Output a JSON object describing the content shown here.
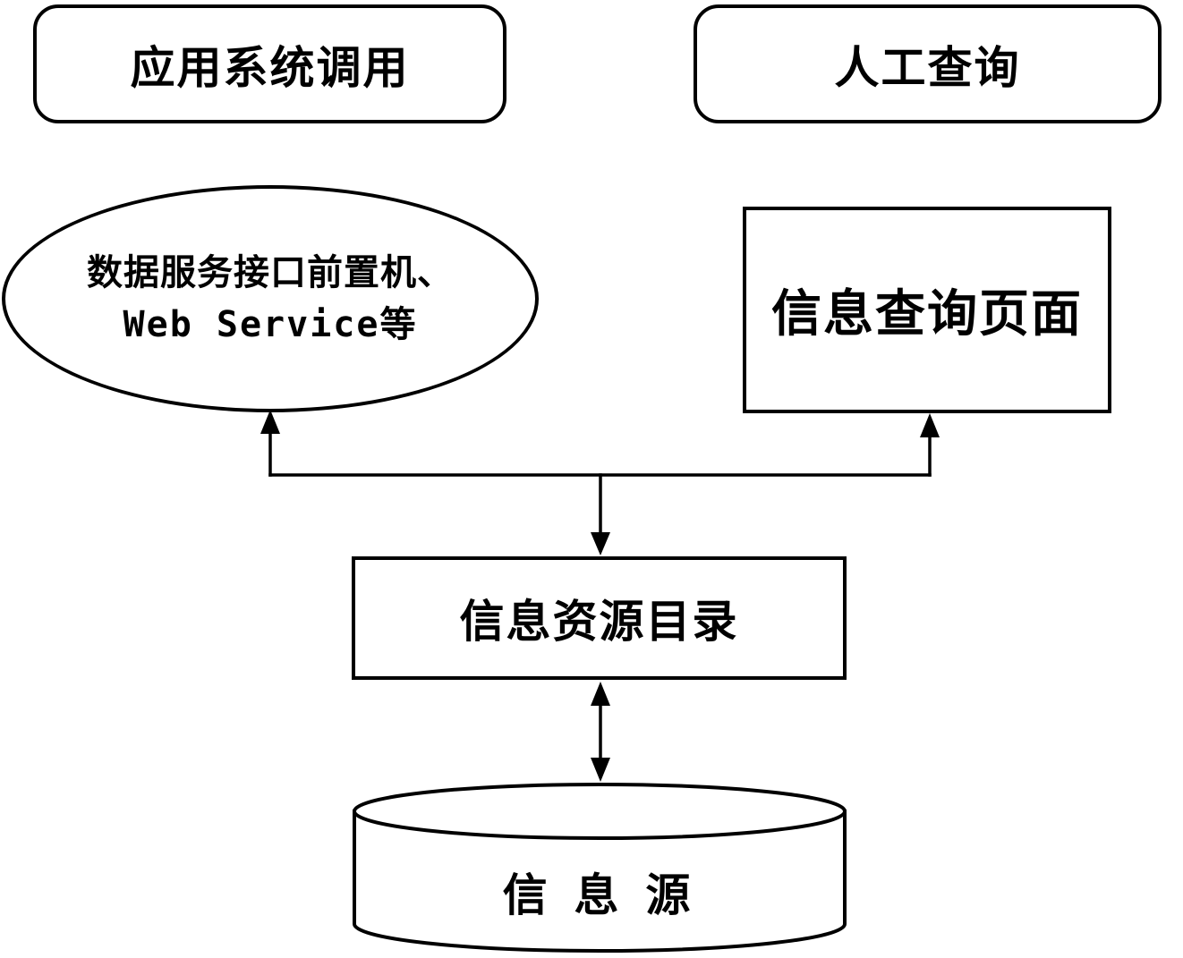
{
  "diagram": {
    "background": "#ffffff",
    "stroke_color": "#000000",
    "text_color": "#000000",
    "nodes": {
      "app_call": {
        "label": "应用系统调用",
        "shape": "rounded-rect"
      },
      "manual_query": {
        "label": "人工查询",
        "shape": "rounded-rect"
      },
      "front_end": {
        "line1": "数据服务接口前置机、",
        "line2": "Web Service等",
        "shape": "ellipse"
      },
      "query_page": {
        "label": "信息查询页面",
        "shape": "rect"
      },
      "catalog": {
        "label": "信息资源目录",
        "shape": "rect"
      },
      "source": {
        "label": "信 息 源",
        "shape": "cylinder"
      }
    },
    "edges": [
      {
        "from": "catalog",
        "to": "front_end",
        "arrowhead": "into-front_end",
        "style": "elbow"
      },
      {
        "from": "catalog",
        "to": "query_page",
        "arrowhead": "into-query_page",
        "style": "elbow"
      },
      {
        "from": "junction",
        "to": "catalog",
        "arrowhead": "into-catalog",
        "style": "straight"
      },
      {
        "from": "catalog",
        "to": "source",
        "arrowhead": "both",
        "style": "straight"
      }
    ]
  }
}
